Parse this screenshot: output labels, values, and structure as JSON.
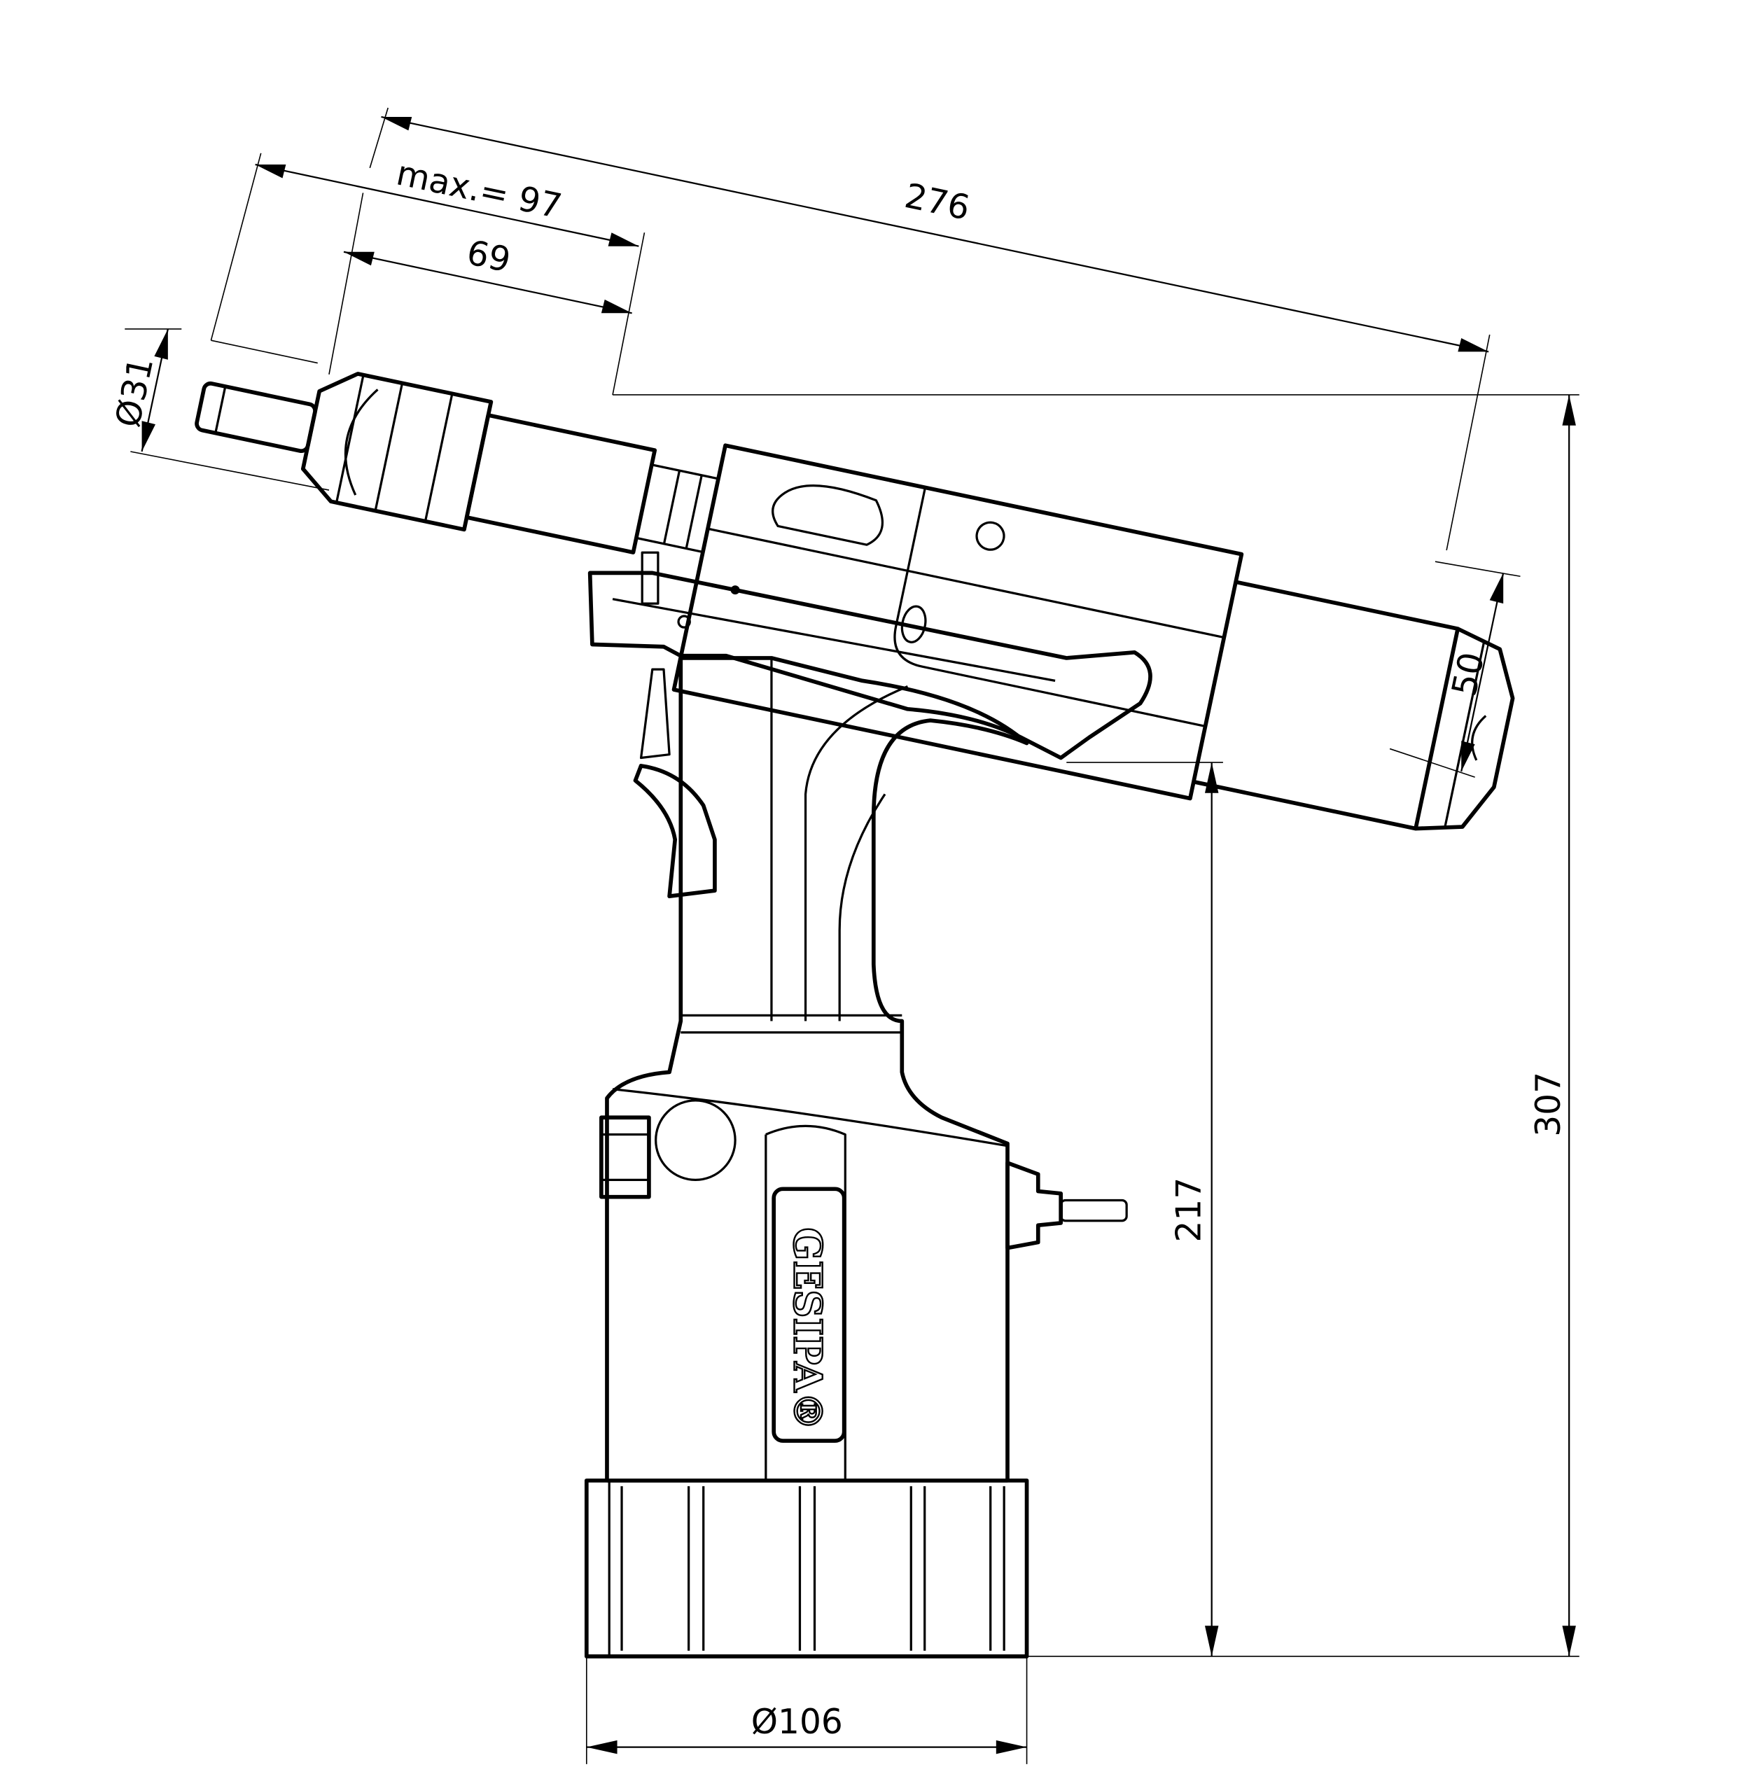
{
  "drawing": {
    "title": "Rivet tool dimension drawing",
    "brand_logo": "GESIPA®",
    "dimensions": {
      "max_stroke_label": "max.= 97",
      "nose_length_label": "69",
      "overall_length_label": "276",
      "nose_diameter_label": "Ø31",
      "rear_diameter_label": "50",
      "overall_height_label": "307",
      "handle_height_label": "217",
      "base_diameter_label": "Ø106"
    }
  }
}
